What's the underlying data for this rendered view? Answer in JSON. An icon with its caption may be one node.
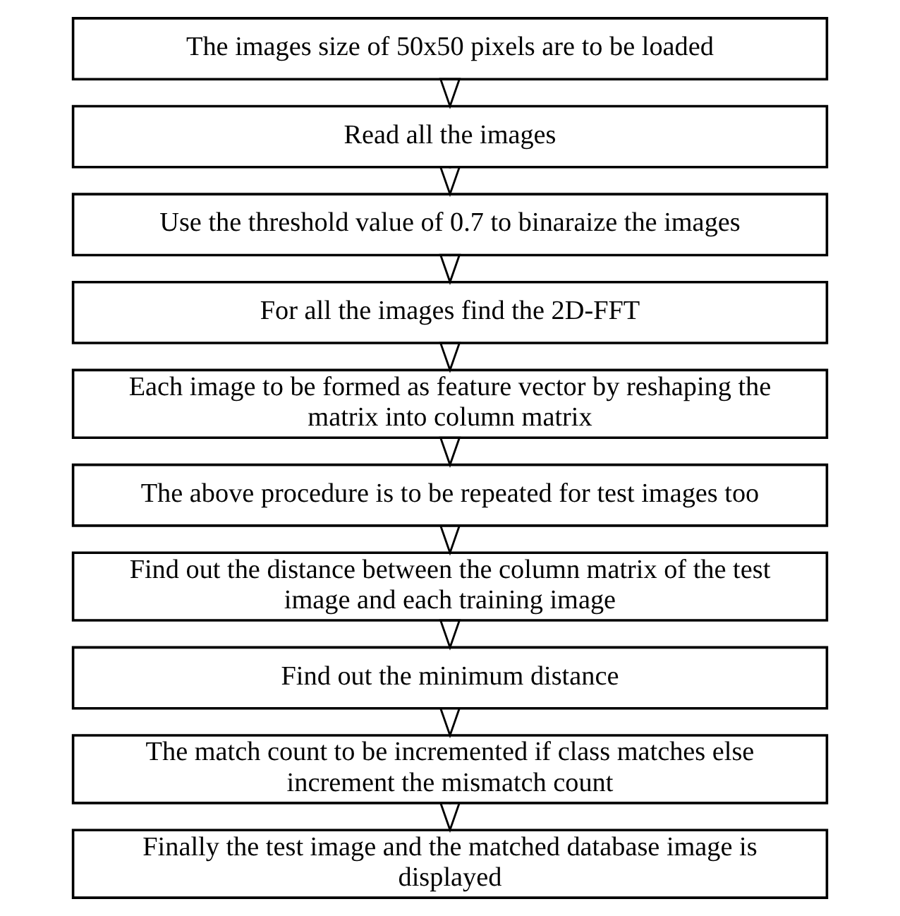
{
  "diagram": {
    "nodes": [
      {
        "text": [
          "The images size of 50x50 pixels are to be loaded"
        ]
      },
      {
        "text": [
          "Read all the images"
        ]
      },
      {
        "text": [
          "Use the threshold value of 0.7 to binaraize the images"
        ]
      },
      {
        "text": [
          "For all the images find the 2D-FFT"
        ]
      },
      {
        "text": [
          "Each image to be formed as feature vector by reshaping the matrix into column matrix"
        ]
      },
      {
        "text": [
          "The above procedure is to be repeated for test images too"
        ]
      },
      {
        "text": [
          "Find out the distance between the column matrix of the test image and each training image"
        ]
      },
      {
        "text": [
          "Find out the minimum distance"
        ]
      },
      {
        "text": [
          "The match count to be incremented if class matches else increment the mismatch count"
        ]
      },
      {
        "text": [
          "Finally the test image and the matched database image is displayed"
        ]
      }
    ],
    "edges": [
      {
        "from": 0,
        "to": 1,
        "arrow": "to"
      },
      {
        "from": 1,
        "to": 2,
        "arrow": "to"
      },
      {
        "from": 2,
        "to": 3,
        "arrow": "to"
      },
      {
        "from": 3,
        "to": 4,
        "arrow": "to"
      },
      {
        "from": 4,
        "to": 5,
        "arrow": "to"
      },
      {
        "from": 5,
        "to": 6,
        "arrow": "to"
      },
      {
        "from": 6,
        "to": 7,
        "arrow": "to"
      },
      {
        "from": 7,
        "to": 8,
        "arrow": "to"
      },
      {
        "from": 8,
        "to": 9,
        "arrow": "to"
      }
    ]
  }
}
